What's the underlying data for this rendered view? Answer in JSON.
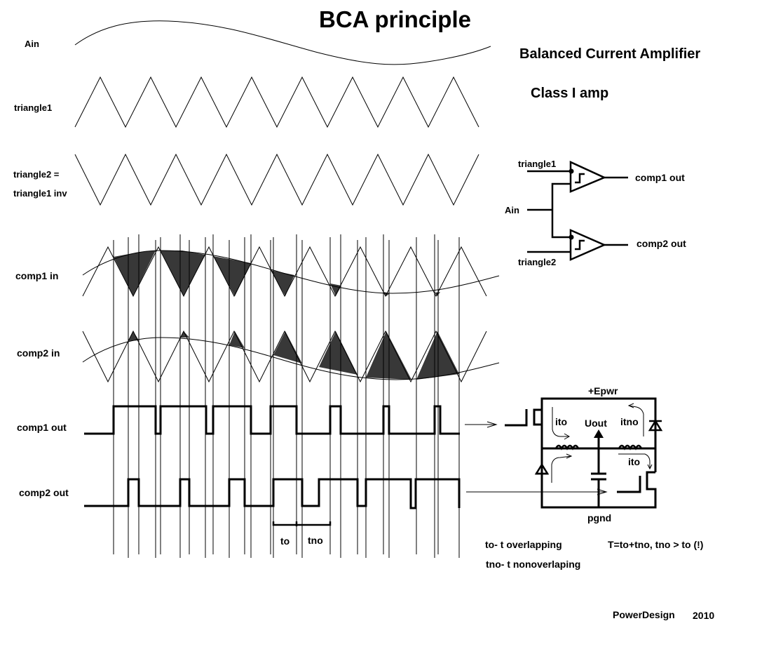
{
  "title": "BCA principle",
  "subtitle": "Balanced Current Amplifier",
  "subtitle2": "Class I amp",
  "signal_labels": {
    "ain": "Ain",
    "triangle1": "triangle1",
    "triangle2_line1": "triangle2 =",
    "triangle2_line2": "triangle1  inv",
    "comp1_in": "comp1 in",
    "comp2_in": "comp2 in",
    "comp1_out": "comp1 out",
    "comp2_out": "comp2 out"
  },
  "comparator_block": {
    "in_triangle1": "triangle1",
    "in_ain": "Ain",
    "in_triangle2": "triangle2",
    "out1": "comp1 out",
    "out2": "comp2 out"
  },
  "power_stage": {
    "supply": "+Epwr",
    "ground": "pgnd",
    "output": "Uout",
    "current_ito_top": "ito",
    "current_itno": "itno",
    "current_ito_bottom": "ito"
  },
  "timing": {
    "to_label": "to",
    "tno_label": "tno"
  },
  "notes": {
    "to_def": "to- t overlapping",
    "tno_def": "tno- t nonoverlaping",
    "formula": "T=to+tno, tno > to  (!)"
  },
  "credit": {
    "author": "PowerDesign",
    "year": "2010"
  },
  "waveform_params": {
    "triangle_cycles": 8,
    "transition_instants": [
      162,
      183,
      198,
      222,
      229,
      257,
      270,
      293,
      304,
      327,
      349,
      358,
      386,
      390,
      423,
      431,
      471,
      486,
      510,
      522,
      547,
      555,
      594,
      620,
      625,
      655
    ],
    "comp1_out_edges": [
      162,
      222,
      229,
      293,
      304,
      358,
      386,
      423,
      471,
      486,
      547,
      555,
      620,
      625
    ],
    "comp2_out_edges": [
      183,
      198,
      257,
      270,
      327,
      349,
      390,
      431,
      455,
      522,
      594,
      594,
      655
    ]
  }
}
